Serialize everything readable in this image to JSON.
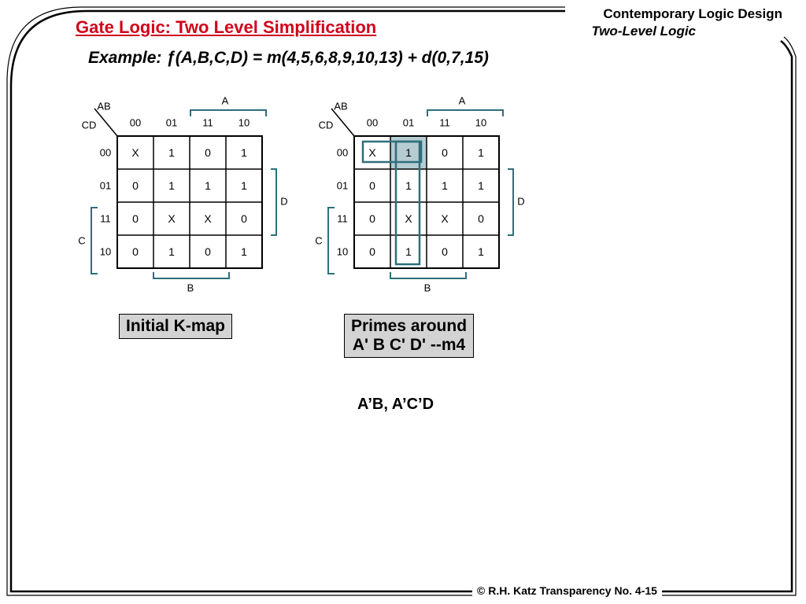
{
  "header": {
    "slide_title": "Gate Logic: Two Level Simplification",
    "course_title": "Contemporary Logic Design",
    "course_subtitle": "Two-Level Logic"
  },
  "example": "Example: ƒ(A,B,C,D) = m(4,5,6,8,9,10,13) + d(0,7,15)",
  "kmaps": [
    {
      "corner_top": "AB",
      "corner_left": "CD",
      "col_headers": [
        "00",
        "01",
        "11",
        "10"
      ],
      "row_headers": [
        "00",
        "01",
        "11",
        "10"
      ],
      "cells": [
        [
          "X",
          "1",
          "0",
          "1"
        ],
        [
          "0",
          "1",
          "1",
          "1"
        ],
        [
          "0",
          "X",
          "X",
          "0"
        ],
        [
          "0",
          "1",
          "0",
          "1"
        ]
      ],
      "bracket_labels": {
        "top": "A",
        "right": "D",
        "left": "C",
        "bottom": "B"
      },
      "caption": "Initial K-map"
    },
    {
      "corner_top": "AB",
      "corner_left": "CD",
      "col_headers": [
        "00",
        "01",
        "11",
        "10"
      ],
      "row_headers": [
        "00",
        "01",
        "11",
        "10"
      ],
      "cells": [
        [
          "X",
          "1",
          "0",
          "1"
        ],
        [
          "0",
          "1",
          "1",
          "1"
        ],
        [
          "0",
          "X",
          "X",
          "0"
        ],
        [
          "0",
          "1",
          "0",
          "1"
        ]
      ],
      "bracket_labels": {
        "top": "A",
        "right": "D",
        "left": "C",
        "bottom": "B"
      },
      "caption_lines": [
        "Primes around",
        "A' B C' D' --m4"
      ],
      "highlight_color": "#b5ccd3",
      "group_color": "#2f6f7a"
    }
  ],
  "answer": "A’B, A’C’D",
  "footer": "© R.H. Katz   Transparency No. 4-15",
  "colors": {
    "title_red": "#d0021b",
    "bracket_teal": "#2f6f7a",
    "caption_gray": "#d3d3d3"
  }
}
